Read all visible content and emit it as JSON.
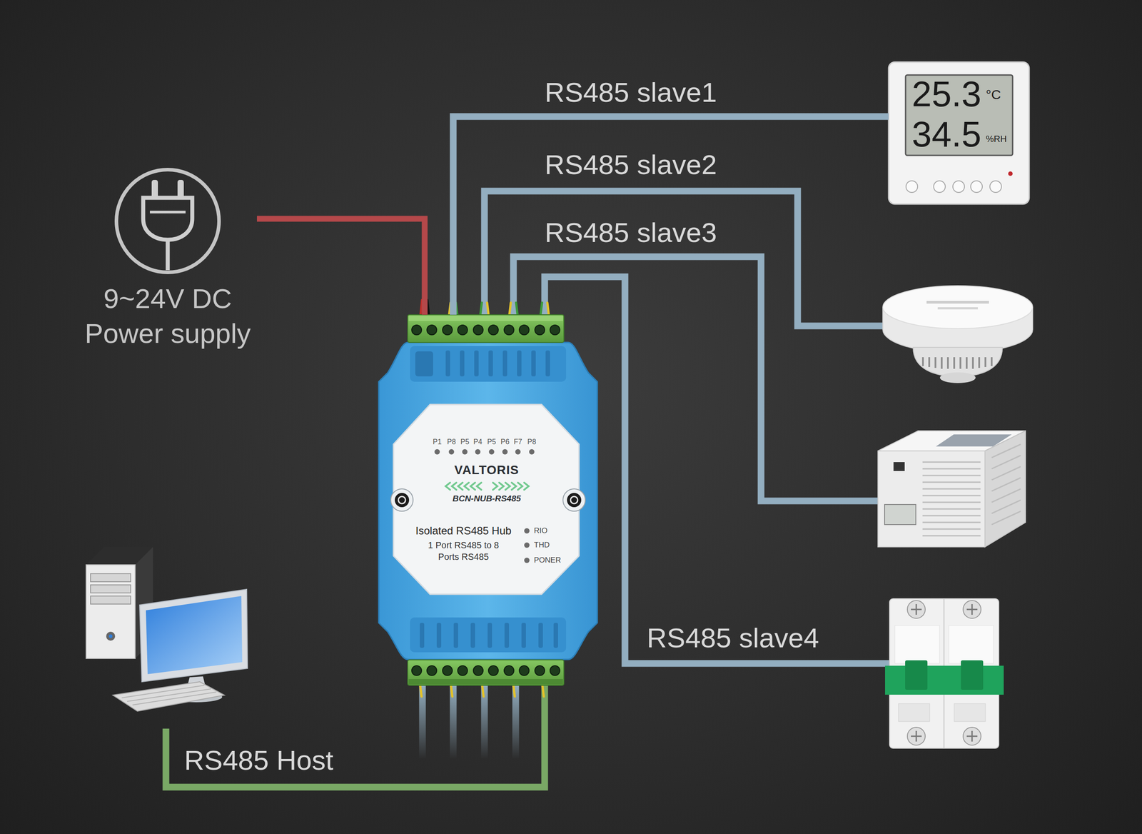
{
  "diagram": {
    "nodes": [
      {
        "text": [
          "9~24V DC Power supply"
        ]
      },
      {
        "text": [
          "P1",
          "P8",
          "P5",
          "P4",
          "P5",
          "P6",
          "F7",
          "P8",
          "VALTORIS",
          "BCN-NUB-RS485",
          "Isolated RS485 Hub",
          "1 Port RS485 to 8 Ports RS485",
          "RIO",
          "THD",
          "PONER"
        ]
      },
      {
        "text": [
          "25.3",
          "°C",
          "34.5",
          "%RH"
        ]
      }
    ],
    "edges": [
      {
        "from": 0,
        "to": 1,
        "arrow": "none"
      },
      {
        "from": 1,
        "to": 2,
        "label": "RS485 slave1",
        "arrow": "none"
      }
    ],
    "labels": [
      "RS485 slave2",
      "RS485 slave3",
      "RS485 slave4",
      "RS485 Host"
    ]
  }
}
